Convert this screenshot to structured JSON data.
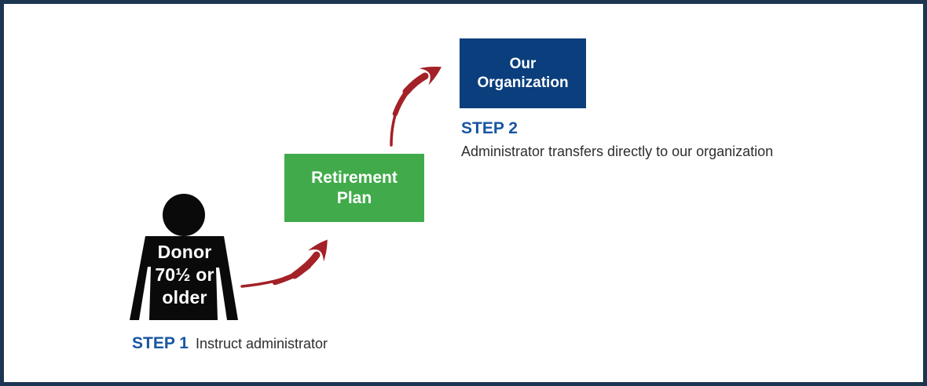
{
  "diagram": {
    "type": "flow-infographic",
    "colors": {
      "frame_border": "#1c3550",
      "background": "#ffffff",
      "silhouette": "#0a0a0a",
      "arrow_red": "#a32127",
      "retirement_plan_green": "#41ab4b",
      "organization_navy": "#0a3e7c",
      "step_title_blue": "#1856a2",
      "body_text": "#2e2e2e"
    },
    "icons": {
      "donor": "person-silhouette-icon",
      "arrow1": "curved-swoosh-arrow-icon",
      "arrow2": "curved-swoosh-arrow-icon"
    }
  },
  "donor": {
    "label": "Donor\n70½ or\nolder"
  },
  "step1": {
    "title": "STEP 1",
    "description": "Instruct administrator"
  },
  "retirement_plan": {
    "label": "Retirement\nPlan"
  },
  "step2": {
    "title": "STEP 2",
    "description": "Administrator transfers directly to our organization"
  },
  "organization": {
    "label": "Our\nOrganization"
  }
}
